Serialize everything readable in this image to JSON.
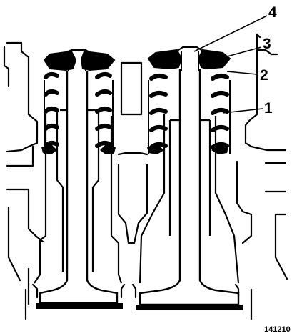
{
  "diagram": {
    "callouts": [
      {
        "id": "callout-4",
        "text": "4"
      },
      {
        "id": "callout-3",
        "text": "3"
      },
      {
        "id": "callout-2",
        "text": "2"
      },
      {
        "id": "callout-1",
        "text": "1"
      }
    ],
    "figure_number": "141210",
    "colors": {
      "ink": "#000000",
      "paper": "#ffffff"
    },
    "valves": [
      {
        "id": "left-valve",
        "coil_count": 6
      },
      {
        "id": "right-valve",
        "coil_count": 6
      }
    ]
  }
}
